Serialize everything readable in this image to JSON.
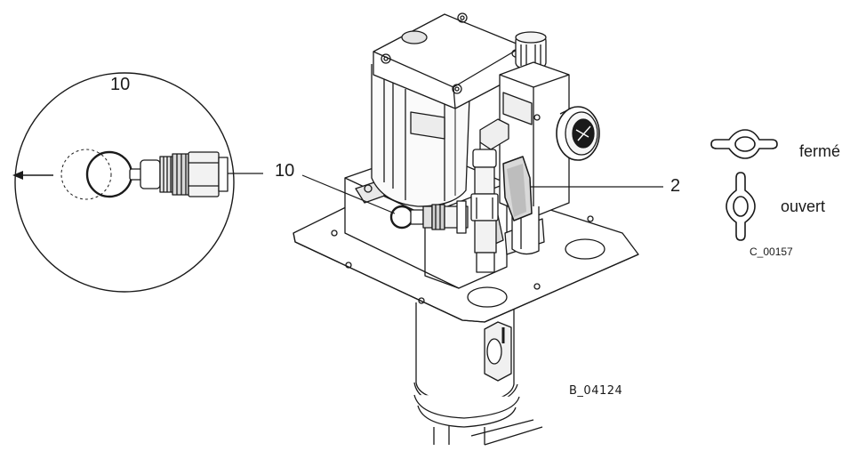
{
  "callouts": {
    "detail_circle": "10",
    "valve_leader": "10",
    "regulator_leader": "2"
  },
  "legend": {
    "closed_label": "fermé",
    "open_label": "ouvert",
    "code": "C_00157"
  },
  "figure_code": "B_04124"
}
